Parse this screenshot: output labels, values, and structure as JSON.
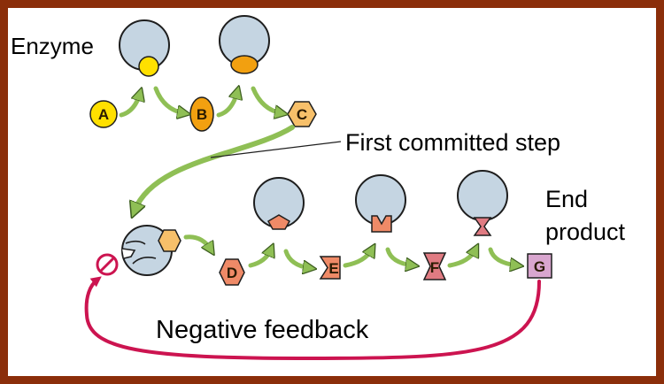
{
  "labels": {
    "enzyme": "Enzyme",
    "first_committed_step": "First committed step",
    "end_product_line1": "End",
    "end_product_line2": "product",
    "negative_feedback": "Negative feedback"
  },
  "molecules": {
    "a": "A",
    "b": "B",
    "c": "C",
    "d": "D",
    "e": "E",
    "f": "F",
    "g": "G"
  },
  "colors": {
    "frame": "#8b2e0a",
    "enzyme": "#c5d5e2",
    "enzyme_outline": "#1e1e1e",
    "yellow": "#ffe000",
    "orange": "#f2a010",
    "tan": "#f7c06a",
    "salmon": "#ef8a67",
    "pink": "#e07b82",
    "lavender": "#d9a6cf",
    "arrow": "#8fbf55",
    "feedback": "#cc1450"
  }
}
